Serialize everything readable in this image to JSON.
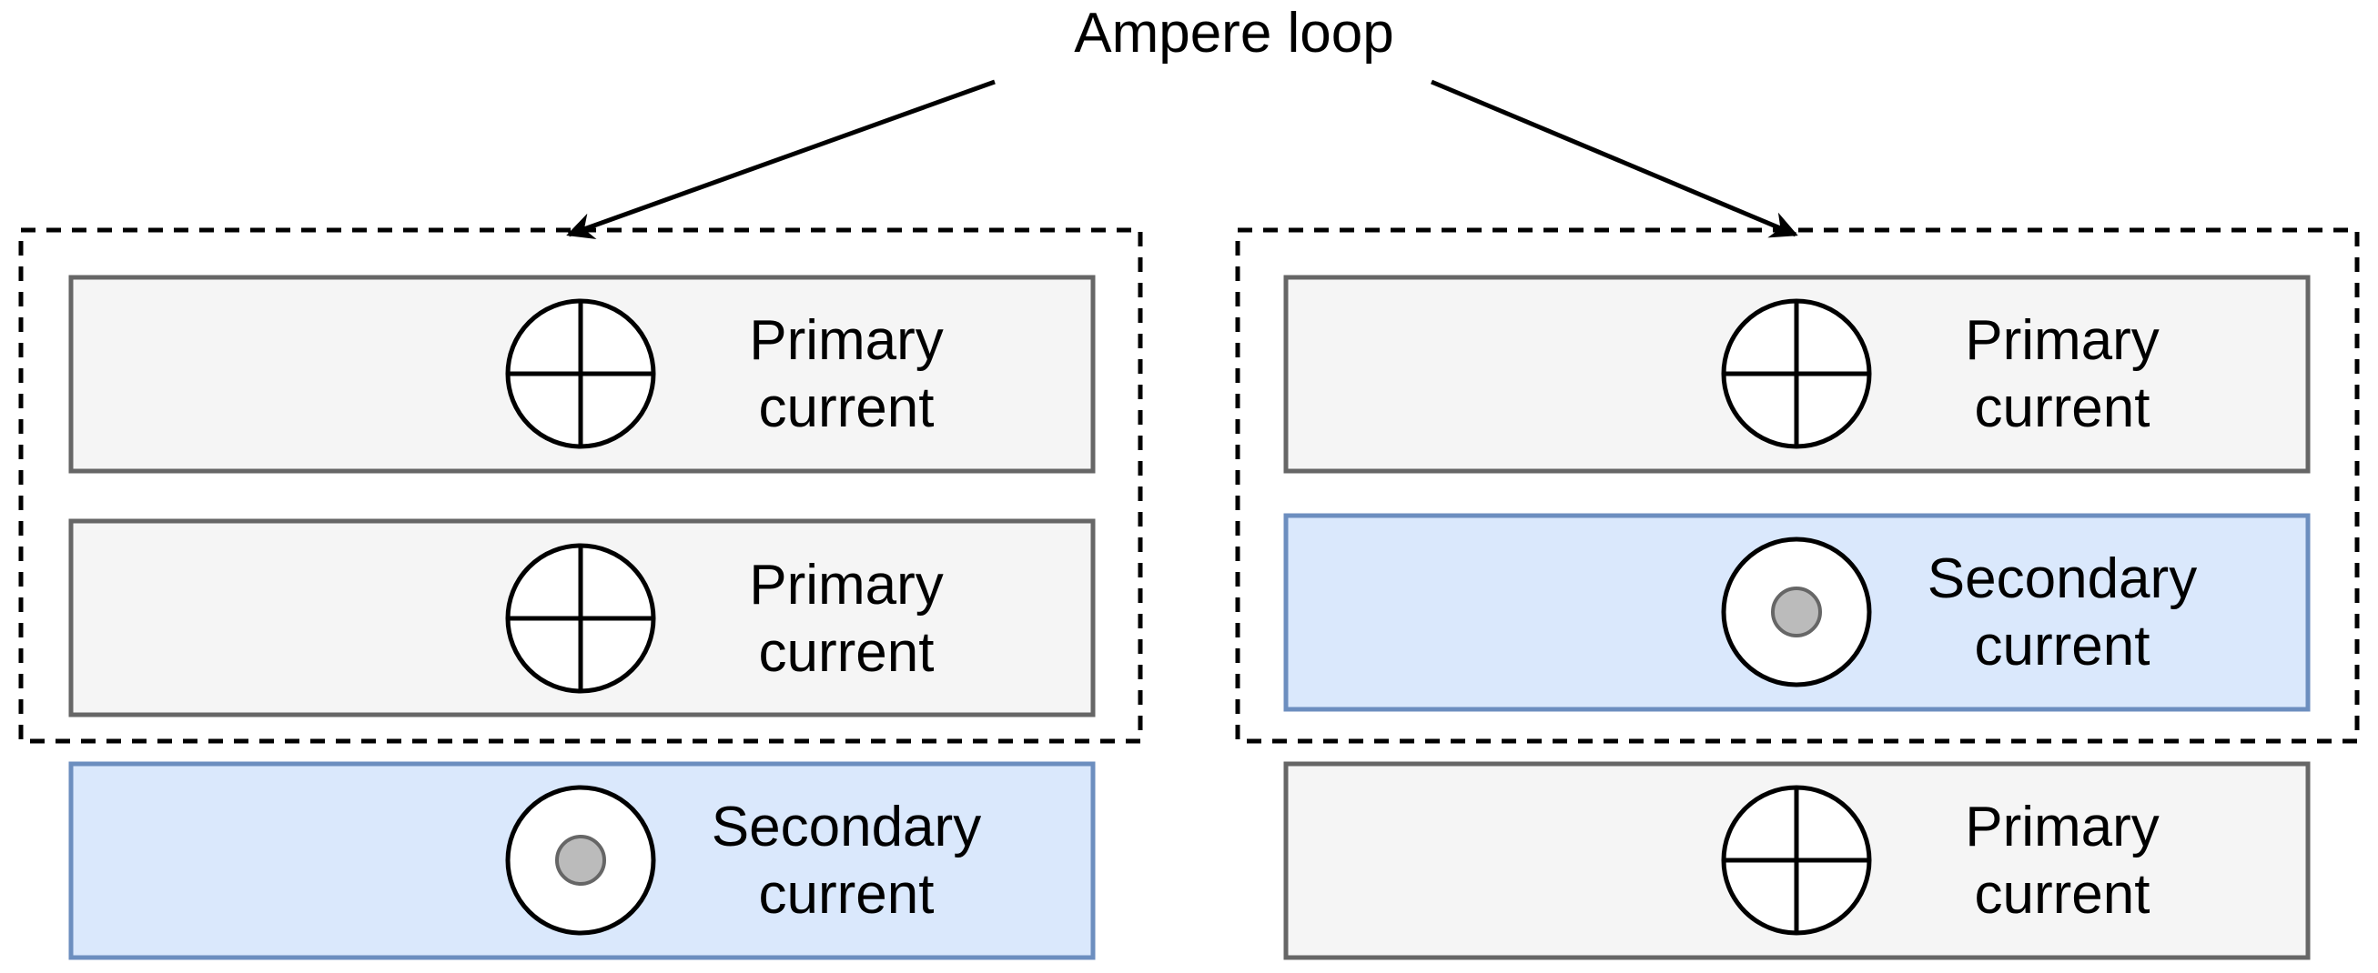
{
  "title": "Ampere loop",
  "colors": {
    "primary_fill": "#f5f5f5",
    "primary_stroke": "#666666",
    "secondary_fill": "#dae8fc",
    "secondary_stroke": "#6c8ebf",
    "dot_fill": "#bbbbbb",
    "line": "#000000"
  },
  "left_stack": {
    "bars": [
      {
        "kind": "primary",
        "icon": "cross-circle-icon",
        "label_line1": "Primary",
        "label_line2": "current"
      },
      {
        "kind": "primary",
        "icon": "cross-circle-icon",
        "label_line1": "Primary",
        "label_line2": "current"
      },
      {
        "kind": "secondary",
        "icon": "dot-circle-icon",
        "label_line1": "Secondary",
        "label_line2": "current"
      }
    ]
  },
  "right_stack": {
    "bars": [
      {
        "kind": "primary",
        "icon": "cross-circle-icon",
        "label_line1": "Primary",
        "label_line2": "current"
      },
      {
        "kind": "secondary",
        "icon": "dot-circle-icon",
        "label_line1": "Secondary",
        "label_line2": "current"
      },
      {
        "kind": "primary",
        "icon": "cross-circle-icon",
        "label_line1": "Primary",
        "label_line2": "current"
      }
    ]
  }
}
